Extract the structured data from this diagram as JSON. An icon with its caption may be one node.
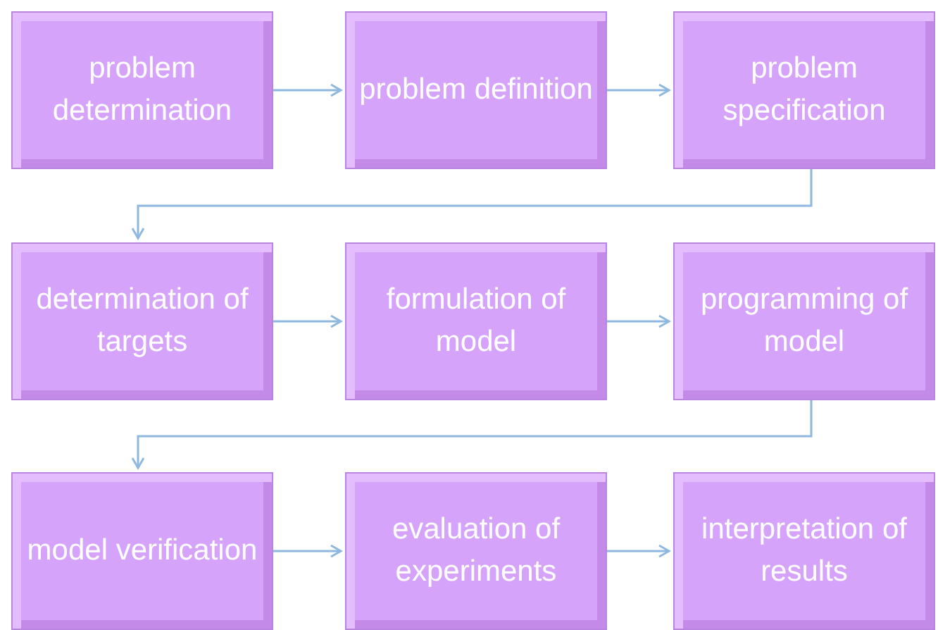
{
  "diagram": {
    "nodes": [
      {
        "text": [
          "problem determination"
        ]
      },
      {
        "text": [
          "problem definition"
        ]
      },
      {
        "text": [
          "problem specification"
        ]
      },
      {
        "text": [
          "determination of targets"
        ]
      },
      {
        "text": [
          "formulation of model"
        ]
      },
      {
        "text": [
          "programming of model"
        ]
      },
      {
        "text": [
          "model verification"
        ]
      },
      {
        "text": [
          "evaluation of experiments"
        ]
      },
      {
        "text": [
          "interpretation of results"
        ]
      }
    ],
    "edges": [
      {
        "from": 0,
        "to": 1,
        "arrow": "to"
      },
      {
        "from": 1,
        "to": 2,
        "arrow": "to"
      },
      {
        "from": 2,
        "to": 3,
        "arrow": "to"
      },
      {
        "from": 3,
        "to": 4,
        "arrow": "to"
      },
      {
        "from": 4,
        "to": 5,
        "arrow": "to"
      },
      {
        "from": 5,
        "to": 6,
        "arrow": "to"
      },
      {
        "from": 6,
        "to": 7,
        "arrow": "to"
      },
      {
        "from": 7,
        "to": 8,
        "arrow": "to"
      }
    ]
  }
}
